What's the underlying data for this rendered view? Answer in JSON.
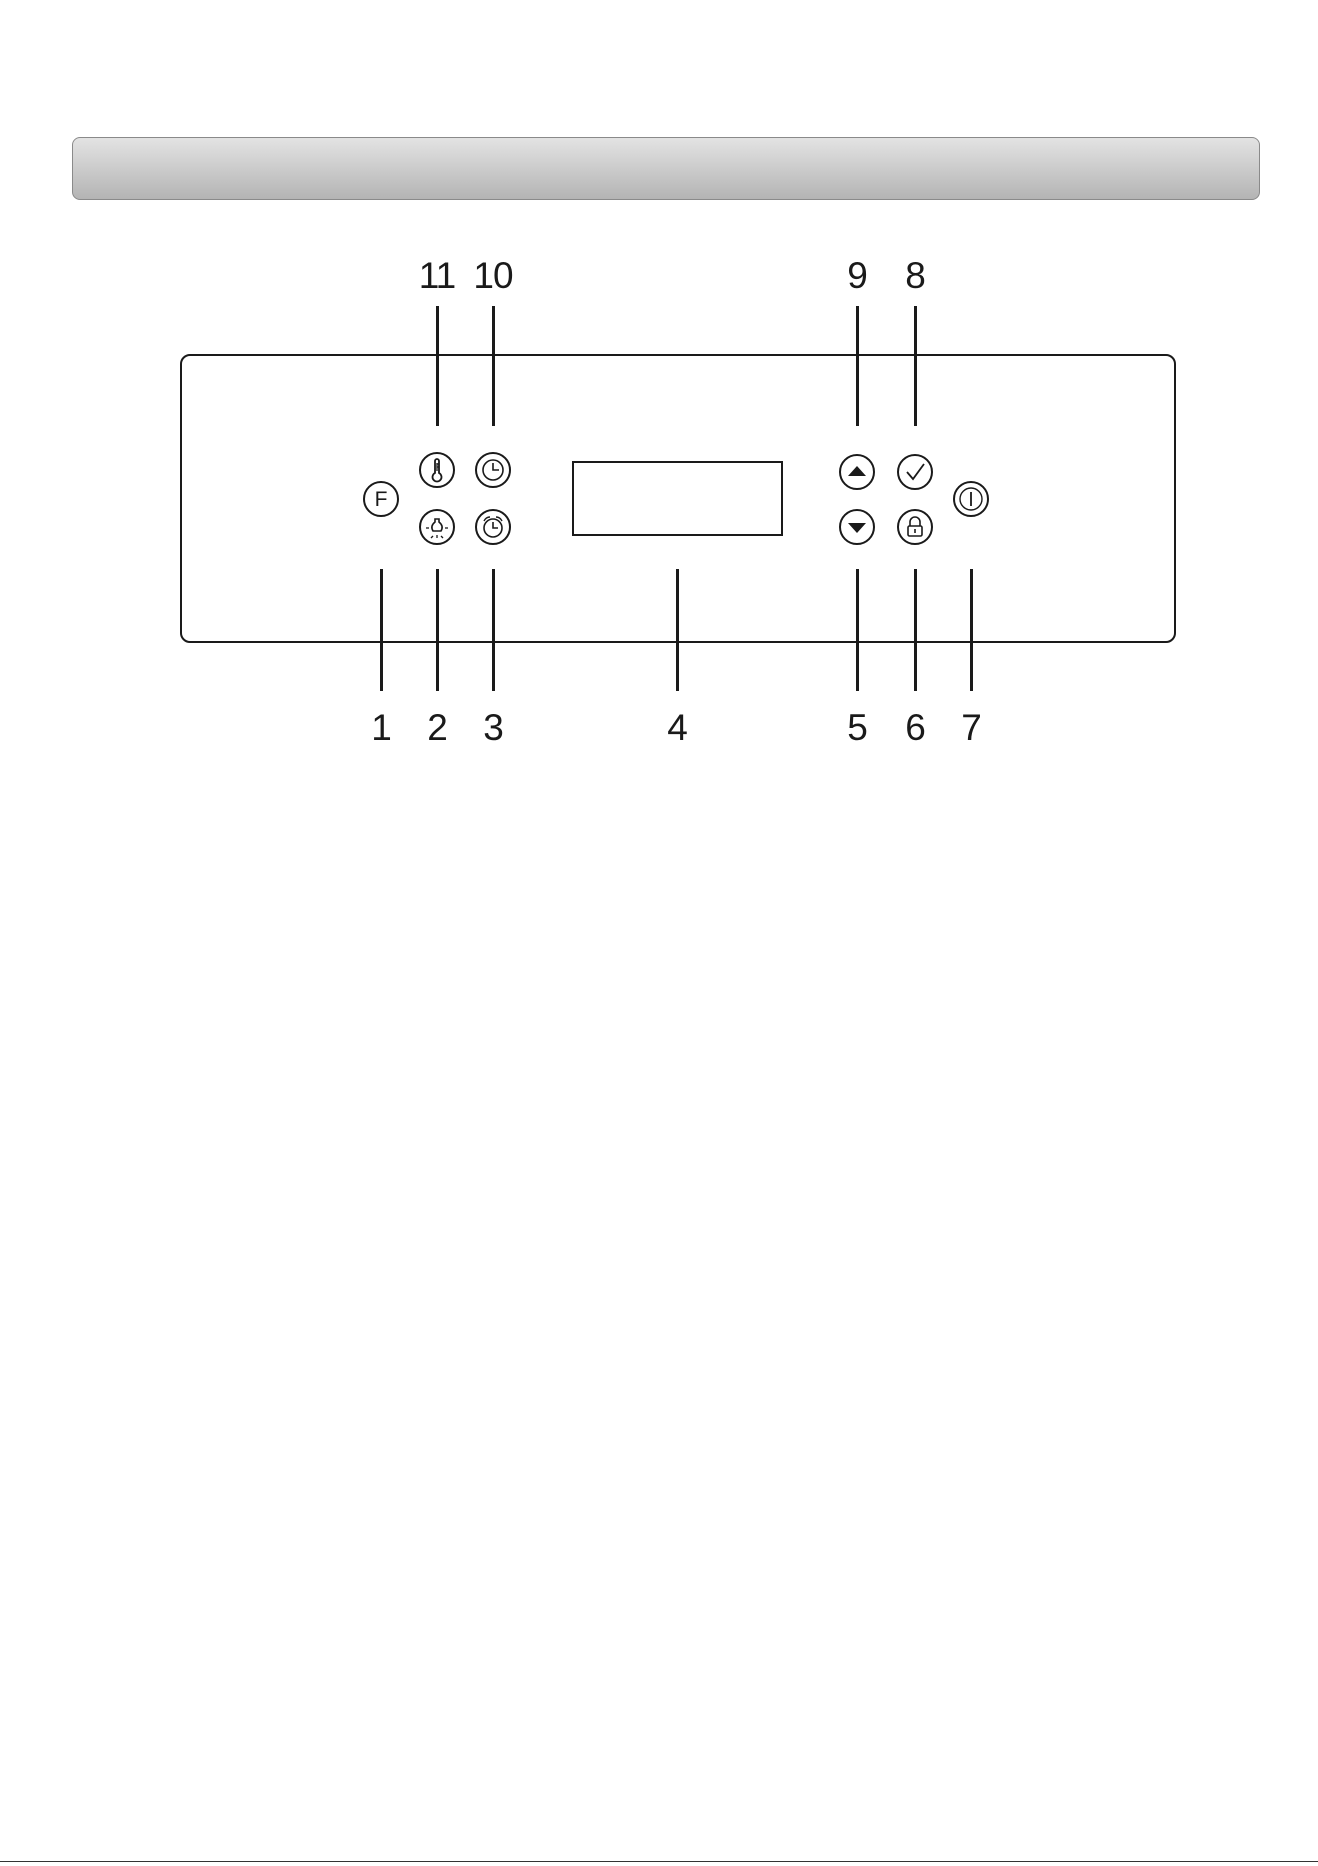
{
  "callouts": {
    "top": [
      "11",
      "10",
      "9",
      "8"
    ],
    "bottom": [
      "1",
      "2",
      "3",
      "4",
      "5",
      "6",
      "7"
    ]
  },
  "buttons": {
    "function_glyph": "F"
  }
}
